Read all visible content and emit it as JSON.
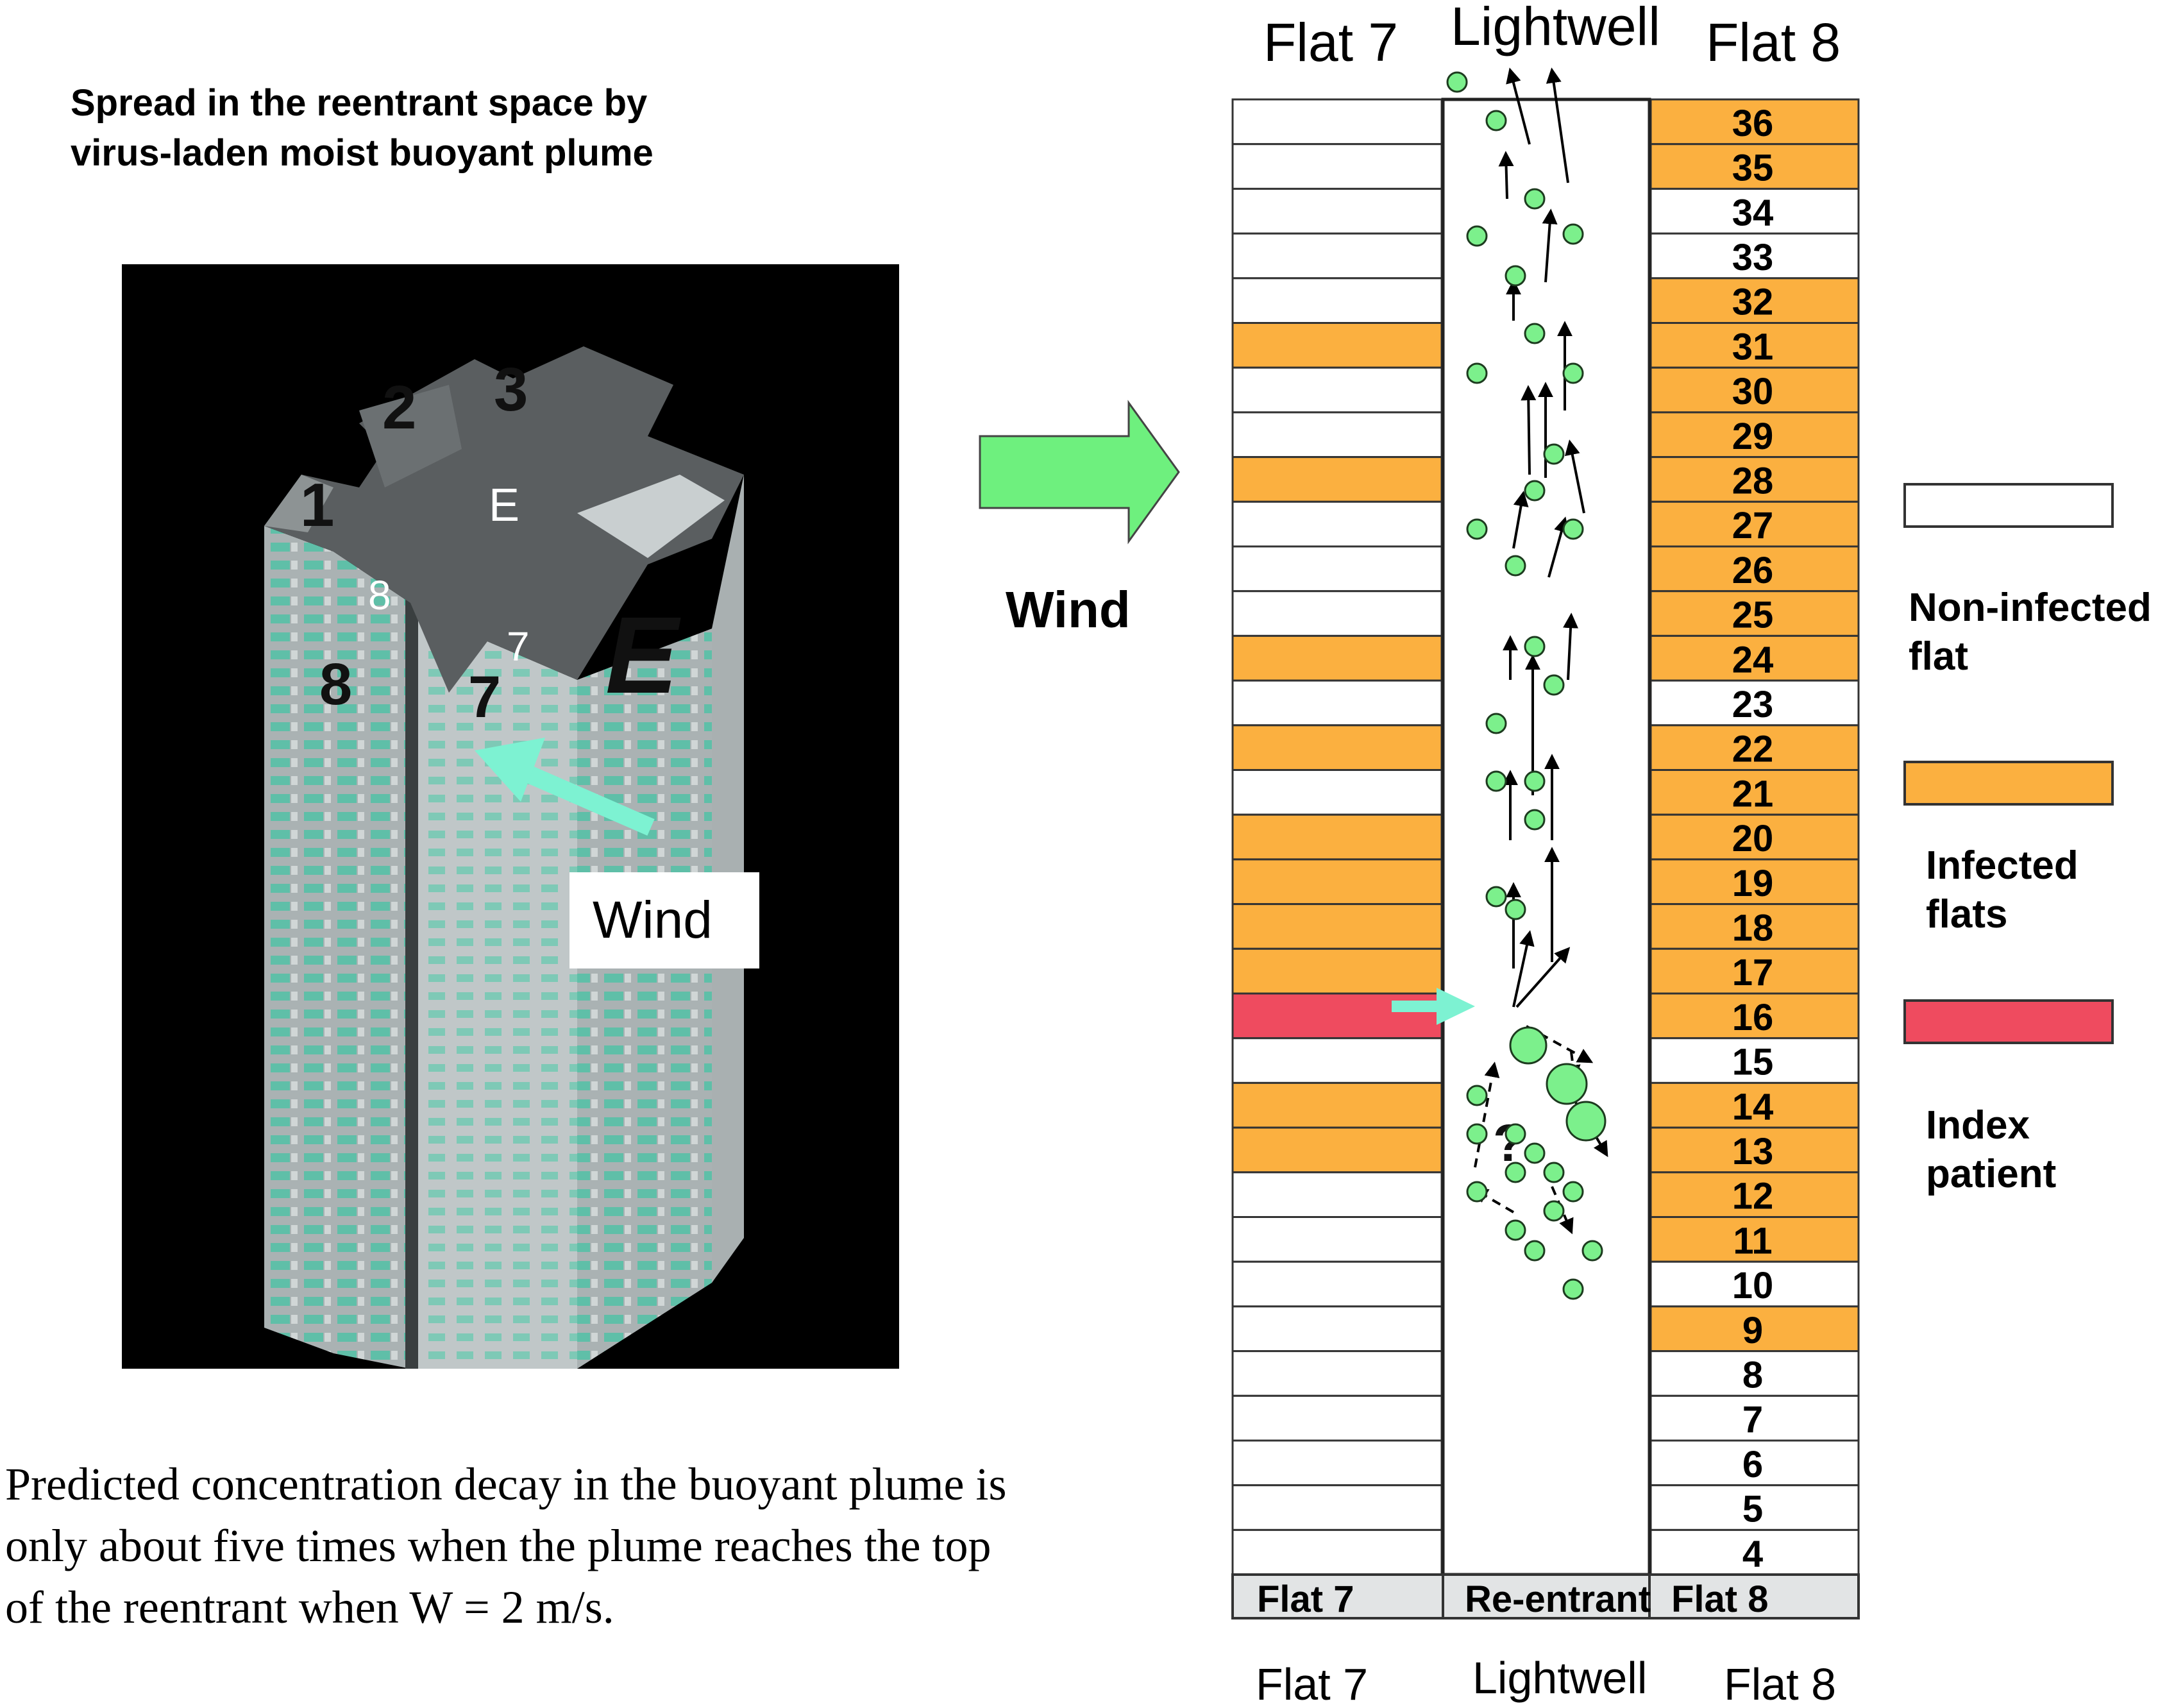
{
  "left": {
    "title_line1": "Spread in the reentrant space by",
    "title_line2": "virus-laden moist buoyant plume",
    "render_labels": {
      "wing1": "1",
      "wing2": "2",
      "wing3": "3",
      "center": "E",
      "flat8_small": "8",
      "flat7_small": "7",
      "flat8_big": "8",
      "flat7_big": "7",
      "wing_E": "E"
    },
    "wind_label": "Wind",
    "caption_line1": "Predicted concentration decay in the buoyant plume is",
    "caption_line2": "only about five times when the plume reaches the top",
    "caption_line3": "of the reentrant when W = 2 m/s."
  },
  "middle": {
    "wind_label": "Wind"
  },
  "diagram": {
    "header_flat7": "Flat 7",
    "header_lightwell": "Lightwell",
    "header_flat8": "Flat 8",
    "base_flat7": "Flat 7",
    "base_reentrant": "Re-entrant",
    "base_flat8": "Flat 8",
    "footer_flat7": "Flat 7",
    "footer_lightwell": "Lightwell",
    "footer_flat8": "Flat 8",
    "question_mark": "?",
    "floors": [
      36,
      35,
      34,
      33,
      32,
      31,
      30,
      29,
      28,
      27,
      26,
      25,
      24,
      23,
      22,
      21,
      20,
      19,
      18,
      17,
      16,
      15,
      14,
      13,
      12,
      11,
      10,
      9,
      8,
      7,
      6,
      5,
      4
    ],
    "flat8_status": [
      "infected",
      "infected",
      "none",
      "none",
      "infected",
      "infected",
      "infected",
      "infected",
      "infected",
      "infected",
      "infected",
      "infected",
      "infected",
      "none",
      "infected",
      "infected",
      "infected",
      "infected",
      "infected",
      "infected",
      "infected",
      "none",
      "infected",
      "infected",
      "infected",
      "infected",
      "none",
      "infected",
      "none",
      "none",
      "none",
      "none",
      "none"
    ],
    "flat7_status": [
      "none",
      "none",
      "none",
      "none",
      "none",
      "infected",
      "none",
      "none",
      "infected",
      "none",
      "none",
      "none",
      "infected",
      "none",
      "infected",
      "none",
      "infected",
      "infected",
      "infected",
      "infected",
      "index",
      "none",
      "infected",
      "infected",
      "none",
      "none",
      "none",
      "none",
      "none",
      "none",
      "none",
      "none",
      "none"
    ]
  },
  "legend": {
    "non_infected": "Non-infected flat",
    "infected": "Infected flats",
    "index": "Index patient"
  },
  "colors": {
    "infected": "#FBB040",
    "index": "#EF4B5F",
    "non_infected": "#FFFFFF",
    "droplet": "#7CF08C",
    "wind_arrow": "#6EF07E",
    "cyan_arrow": "#7DF2D2",
    "base_band": "#E2E4E5"
  }
}
